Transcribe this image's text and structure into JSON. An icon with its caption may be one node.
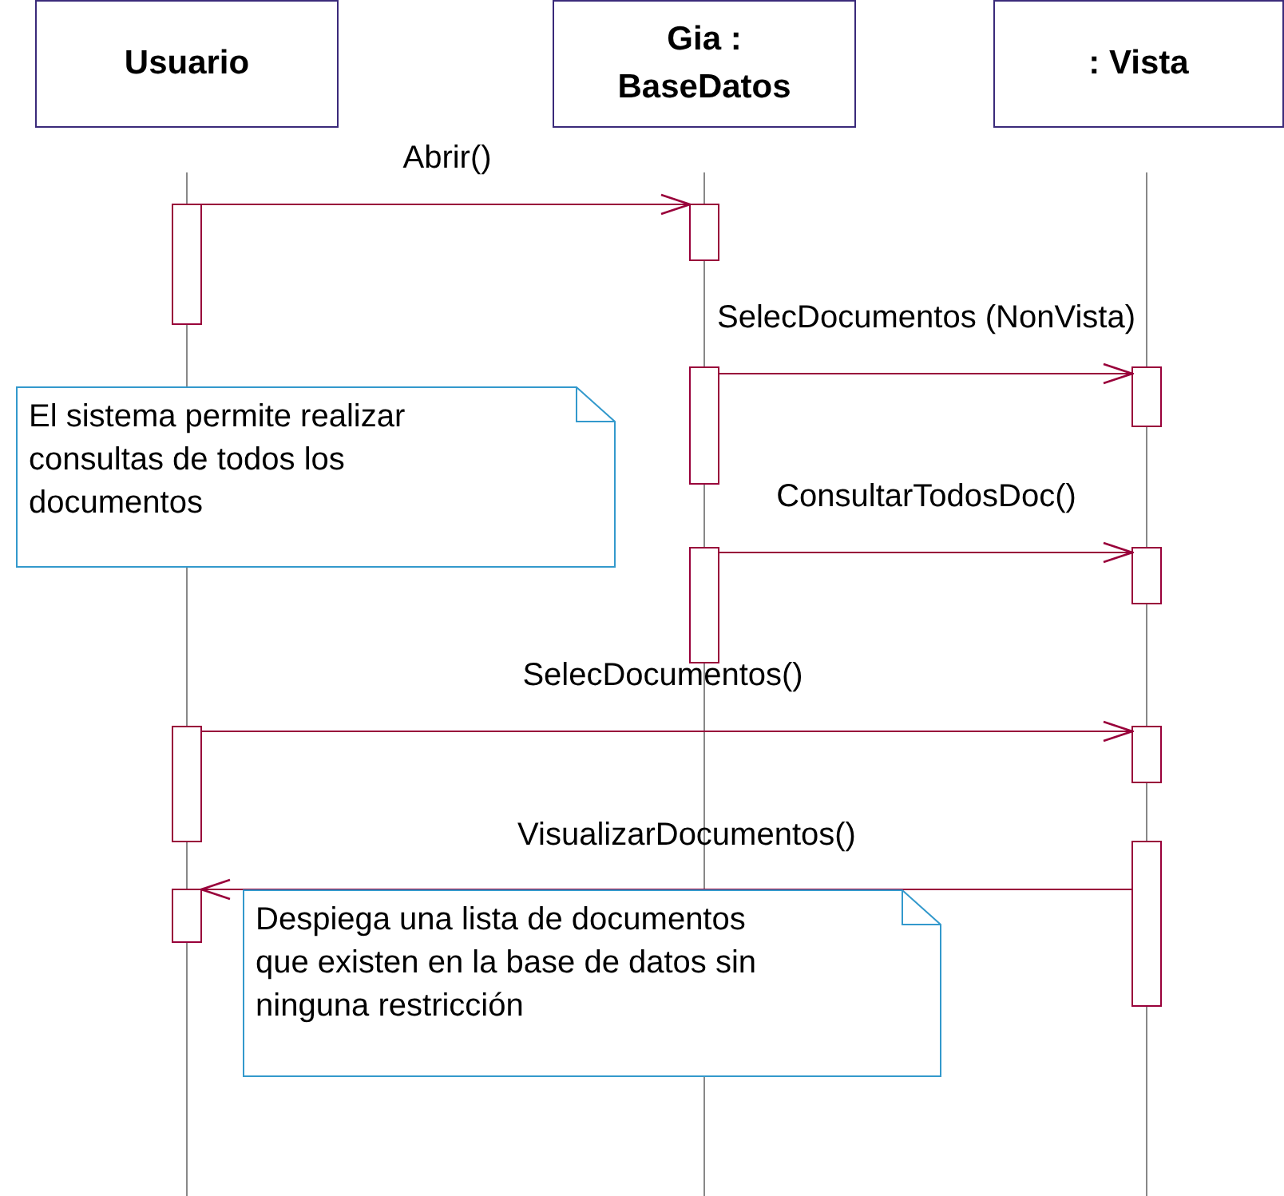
{
  "diagram": {
    "nodes": [
      {
        "text": [
          "Usuario"
        ]
      },
      {
        "text": [
          "Gia : BaseDatos"
        ]
      },
      {
        "text": [
          ": Vista"
        ]
      },
      {
        "text": [],
        "shape": "bar"
      },
      {
        "text": [],
        "shape": "bar"
      },
      {
        "text": [],
        "shape": "bar"
      },
      {
        "text": [],
        "shape": "bar"
      },
      {
        "text": [
          "El sistema permite realizar consultas de todos los documentos"
        ]
      },
      {
        "text": [],
        "shape": "bar"
      },
      {
        "text": [],
        "shape": "bar"
      },
      {
        "text": [],
        "shape": "bar"
      },
      {
        "text": [],
        "shape": "bar"
      },
      {
        "text": [],
        "shape": "bar"
      },
      {
        "text": [],
        "shape": "bar"
      },
      {
        "text": [
          "Despiega una lista de documentos que existen en la base de datos sin ninguna restricción"
        ]
      }
    ],
    "edges": [
      {
        "from": 3,
        "to": 4,
        "arrow": "to",
        "label": "Abrir()"
      },
      {
        "from": 5,
        "to": 6,
        "arrow": "to",
        "label": "SelecDocumentos (NonVista)"
      },
      {
        "from": 8,
        "to": 9,
        "arrow": "to",
        "label": "ConsultarTodosDoc()"
      },
      {
        "from": 10,
        "to": 11,
        "arrow": "to",
        "label": "SelecDocumentos()"
      },
      {
        "from": 12,
        "to": 13,
        "arrow": "to",
        "label": "VisualizarDocumentos()"
      }
    ]
  }
}
